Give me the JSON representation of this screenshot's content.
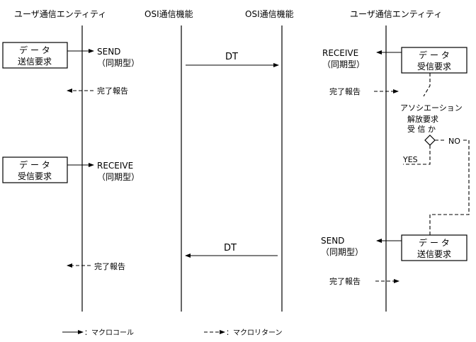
{
  "headers": {
    "user_entity_left": "ユーザ通信エンティティ",
    "osi_left": "OSI通信機能",
    "osi_right": "OSI通信機能",
    "user_entity_right": "ユーザ通信エンティティ"
  },
  "boxes": {
    "send_request_left": [
      "デ ー タ",
      "送信要求"
    ],
    "receive_request_left": [
      "デ ー タ",
      "受信要求"
    ],
    "receive_request_right": [
      "デ ー タ",
      "受信要求"
    ],
    "send_request_right": [
      "デ ー タ",
      "送信要求"
    ]
  },
  "primitives": {
    "send_left": "SEND",
    "send_left_sync": "（同期型）",
    "receive_left": "RECEIVE",
    "receive_left_sync": "（同期型）",
    "receive_right": "RECEIVE",
    "receive_right_sync": "（同期型）",
    "send_right": "SEND",
    "send_right_sync": "（同期型）"
  },
  "messages": {
    "dt_top": "DT",
    "dt_bottom": "DT"
  },
  "reports": {
    "left_1": "完了報告",
    "left_2": "完了報告",
    "right_1": "完了報告",
    "right_2": "完了報告"
  },
  "decision": {
    "line1": "アソシエーション",
    "line2": "解放要求",
    "line3": "受 信 か",
    "no": "NO",
    "yes": "YES"
  },
  "legend": {
    "macro_call": "：マクロコール",
    "macro_return": "：マクロリターン"
  }
}
